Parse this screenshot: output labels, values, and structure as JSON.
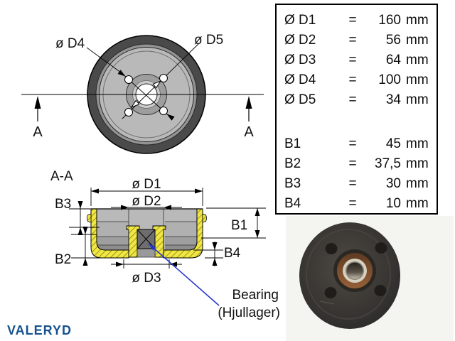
{
  "front_view": {
    "label_d4": "ø D4",
    "label_d5": "ø D5",
    "section_marker_left": "A",
    "section_marker_right": "A"
  },
  "section_view": {
    "title": "A-A",
    "label_d1": "ø D1",
    "label_d2": "ø D2",
    "label_d3": "ø D3",
    "label_b1": "B1",
    "label_b2": "B2",
    "label_b3": "B3",
    "label_b4": "B4",
    "bearing_callout_line1": "Bearing",
    "bearing_callout_line2": "(Hjullager)"
  },
  "dimensions_table": {
    "rows": [
      {
        "label": "Ø D1",
        "eq": "=",
        "value": "160",
        "unit": "mm"
      },
      {
        "label": "Ø D2",
        "eq": "=",
        "value": "56",
        "unit": "mm"
      },
      {
        "label": "Ø D3",
        "eq": "=",
        "value": "64",
        "unit": "mm"
      },
      {
        "label": "Ø D4",
        "eq": "=",
        "value": "100",
        "unit": "mm"
      },
      {
        "label": "Ø D5",
        "eq": "=",
        "value": "34",
        "unit": "mm"
      },
      {
        "label": "B1",
        "eq": "=",
        "value": "45",
        "unit": "mm"
      },
      {
        "label": "B2",
        "eq": "=",
        "value": "37,5",
        "unit": "mm"
      },
      {
        "label": "B3",
        "eq": "=",
        "value": "30",
        "unit": "mm"
      },
      {
        "label": "B4",
        "eq": "=",
        "value": "10",
        "unit": "mm"
      }
    ]
  },
  "branding": {
    "logo_text": "VALERYD"
  },
  "colors": {
    "callout_blue": "#2233cc",
    "logo_blue": "#17518f",
    "hatch_yellow": "#f0e743",
    "drum_gray": "#b9b9b9"
  }
}
